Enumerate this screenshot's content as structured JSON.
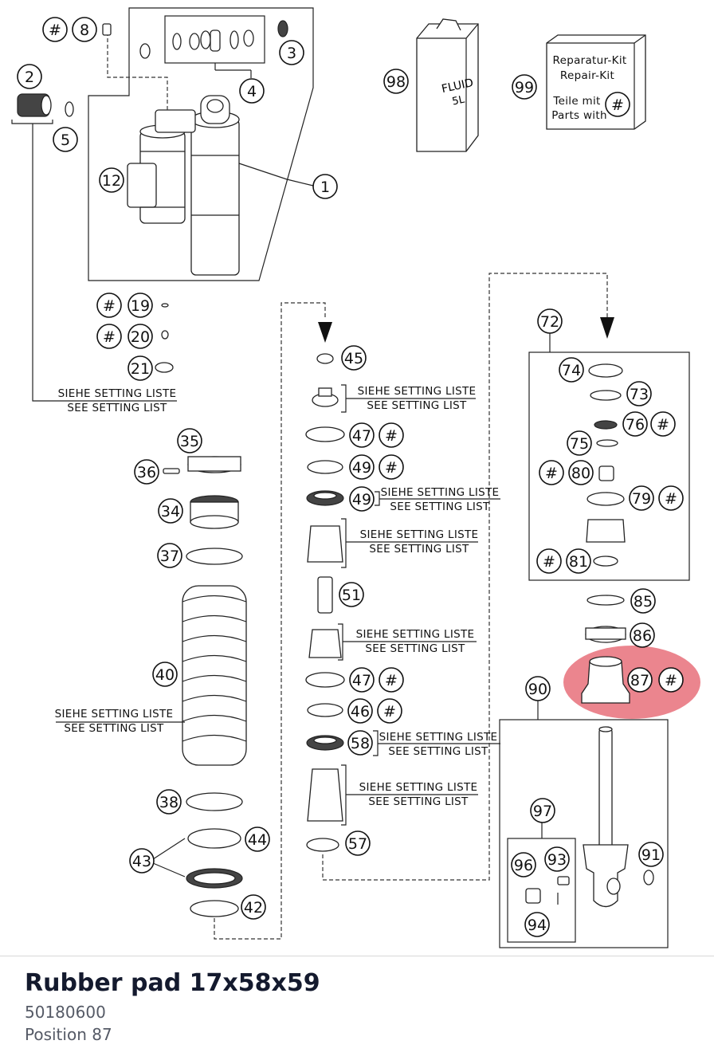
{
  "diagram": {
    "hash": "#",
    "callouts": [
      "1",
      "2",
      "3",
      "4",
      "5",
      "8",
      "12",
      "19",
      "20",
      "21",
      "34",
      "35",
      "36",
      "37",
      "38",
      "40",
      "42",
      "43",
      "44",
      "45",
      "46",
      "47",
      "49",
      "51",
      "57",
      "58",
      "72",
      "73",
      "74",
      "75",
      "76",
      "79",
      "80",
      "81",
      "85",
      "86",
      "87",
      "90",
      "91",
      "93",
      "94",
      "96",
      "97",
      "98",
      "99"
    ],
    "setting_de": "SIEHE SETTING LISTE",
    "setting_en": "SEE SETTING LIST",
    "fluid_label": "FLUID",
    "fluid_volume": "5L",
    "kit_de": "Reparatur-Kit",
    "kit_en": "Repair-Kit",
    "kit_parts_de": "Teile mit",
    "kit_parts_en": "Parts with",
    "highlight_color": "#e8707a"
  },
  "part_info": {
    "name": "Rubber pad 17x58x59",
    "number": "50180600",
    "position": "Position 87"
  }
}
